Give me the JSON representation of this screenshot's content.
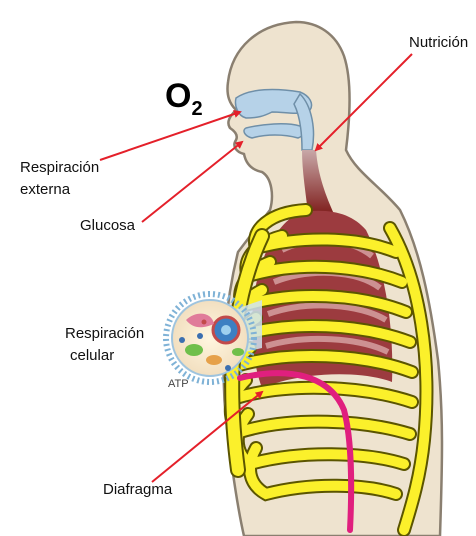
{
  "labels": {
    "nutricion": "Nutrición",
    "o2_base": "O",
    "o2_sub": "2",
    "respiracion_externa_1": "Respiración",
    "respiracion_externa_2": "externa",
    "glucosa": "Glucosa",
    "respiracion_celular_1": "Respiración",
    "respiracion_celular_2": "celular",
    "atp": "ATP",
    "diafragma": "Diafragma"
  },
  "colors": {
    "body": "#eee3cf",
    "body_outline": "#8a7f70",
    "airway": "#b6d2e8",
    "trachea": "#8e2a24",
    "lung": "#9c3b3f",
    "ribs": "#fbf02b",
    "ribs_outline": "#5b5500",
    "diaphragm": "#e01f7e",
    "arrow": "#e4202a"
  }
}
